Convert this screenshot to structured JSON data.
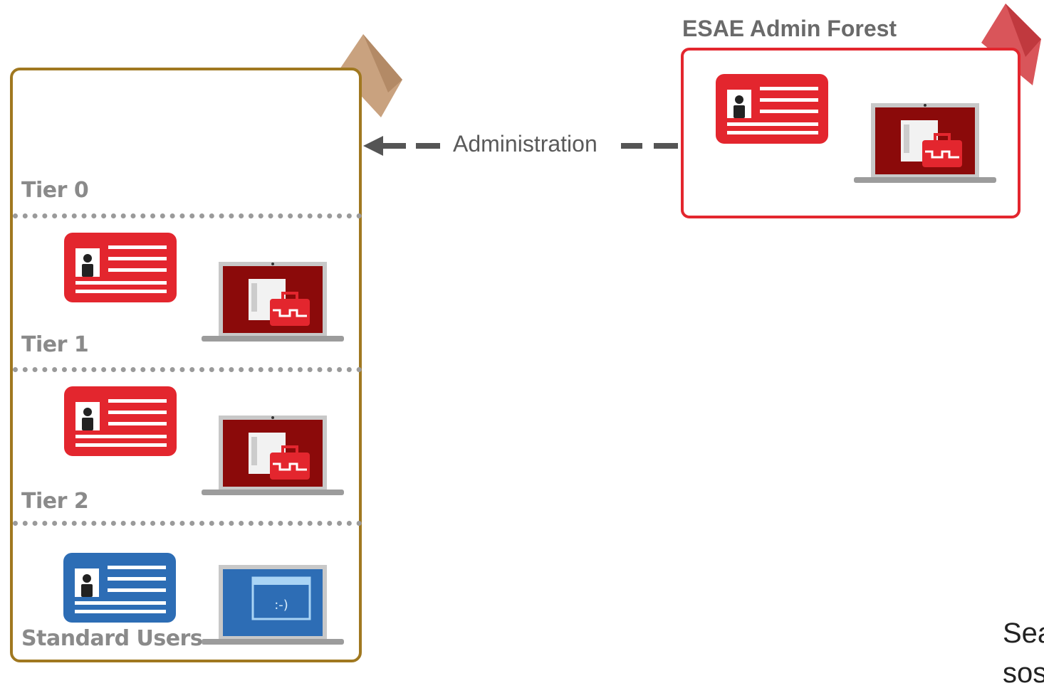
{
  "esae": {
    "title": "ESAE Admin Forest"
  },
  "connector": {
    "label": "Administration"
  },
  "production": {
    "tiers": [
      {
        "label": "Tier 0"
      },
      {
        "label": "Tier 1"
      },
      {
        "label": "Tier 2"
      },
      {
        "label": "Standard Users"
      }
    ]
  },
  "footer": {
    "line1": "Sea",
    "line2": "sos"
  },
  "colors": {
    "admin_red": "#e3262e",
    "admin_dark_red": "#8b0a0a",
    "user_blue": "#2d6db5",
    "forest_border": "#a07820",
    "divider_gray": "#9a9a9a",
    "arrow_gray": "#555555"
  },
  "icons": [
    "id-card-icon",
    "admin-laptop-icon",
    "user-laptop-icon",
    "forest-tree-icon",
    "arrow-left-icon"
  ]
}
